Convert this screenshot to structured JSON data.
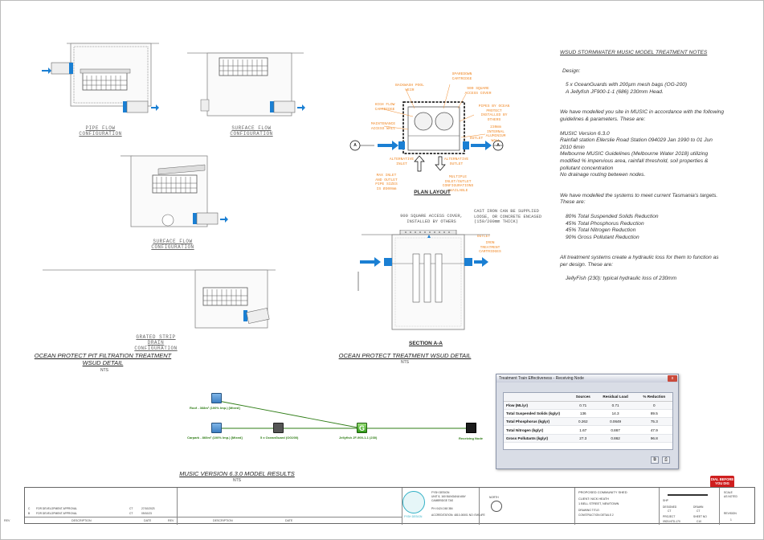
{
  "details": {
    "pipe_flow_caption": "PIPE FLOW CONFIGURATION",
    "surface_flow_caption_1": "SURFACE FLOW CONFIGURATION",
    "surface_flow_caption_2": "SURFACE FLOW CONFIGURATION",
    "grated_strip_caption": "GRATED STRIP DRAIN CONFIGURATION",
    "pit_title": "OCEAN PROTECT PIT FILTRATION TREATMENT WSUD DETAIL",
    "pit_nts": "NTS",
    "wsud_title": "OCEAN PROTECT TREATMENT WSUD DETAIL",
    "wsud_nts": "NTS",
    "plan_layout": "PLAN LAYOUT",
    "section_label": "SECTION A-A",
    "marker_a": "A",
    "plan_annotations": {
      "backwash": "BACKWASH POOL WEIR",
      "high_flow": "HIGH FLOW CARTRIDGE",
      "maintenance": "MAINTENANCE ACCESS WALL",
      "spare": "SPAREDOWN CARTRIDGE",
      "cover": "900 SQUARE ACCESS COVER",
      "pipes": "PIPES BY OCEAN PROTECT INSTALLED BY OTHERS",
      "internal": "230mm INTERNAL ALUMINIUM WALL",
      "outlet": "OUTLET",
      "alt_inlet": "ALTERNATIVE INLET",
      "alt_outlet": "ALTERNATIVE OUTLET",
      "max_inlet": "MAX INLET AND OUTLET PIPE SIZES IS Ø300mm",
      "multiple": "MULTIPLE INLET/OUTLET CONFIGURATIONS AVAILABLE"
    },
    "section_annotations": {
      "cover": "900 SQUARE ACCESS COVER, INSTALLED BY OTHERS",
      "cast_iron": "CAST IRON CAN BE SUPPLIED LOOSE, OR CONCRETE ENCASED (150/200mm THICK)",
      "outlet": "OUTLET",
      "cartridges": "IRON TREATMENT CARTRIDGES"
    }
  },
  "notes": {
    "heading": "WSUD STORMWATER MUSIC MODEL TREATMENT NOTES",
    "design_label": "Design:",
    "design_items": [
      "5 x OceanGuards with 200µm mesh bags (OG-200)",
      "A Jellyfish JF900-1-1 (686) 230mm Head."
    ],
    "modelled_intro": "We have modelled you site in MUSIC in accordance with the following guidelines & parameters. These are:",
    "params": [
      "MUSIC Version 6.3.0",
      "Rainfall station Ellerslie Road Station 094029 Jan 1990 to 01 Jun 2010 6min",
      "Melbourne MUSIC Guidelines (Melbourne Water 2018) utilizing modified % impervious area, rainfall threshold, soil properties & pollutant concentration",
      "No drainage routing between nodes."
    ],
    "targets_intro": "We have modelled the systems to meet current Tasmania's targets. These are:",
    "targets": [
      "80% Total Suspended Solids Reduction",
      "45% Total Phosphorus Reduction",
      "45% Total Nitrogen Reduction",
      "90% Gross Pollutant Reduction"
    ],
    "hydraulic_intro": "All treatment systems create a hydraulic loss for them to function as per design. These are:",
    "hydraulic_item": "JellyFish (230): typical hydraulic loss of 230mm"
  },
  "treatment_window": {
    "title": "Treatment Train Effectiveness - Receiving Node",
    "close": "x",
    "columns": [
      "",
      "Sources",
      "Residual Load",
      "% Reduction"
    ],
    "rows": [
      [
        "Flow (ML/yr)",
        "0.71",
        "0.71",
        "0"
      ],
      [
        "Total Suspended Solids (kg/yr)",
        "136",
        "14.3",
        "89.5"
      ],
      [
        "Total Phosphorus (kg/yr)",
        "0.262",
        "0.0649",
        "75.3"
      ],
      [
        "Total Nitrogen (kg/yr)",
        "1.67",
        "0.867",
        "47.9"
      ],
      [
        "Gross Pollutants (kg/yr)",
        "27.3",
        "0.862",
        "96.8"
      ]
    ]
  },
  "music_model": {
    "title": "MUSIC VERSION 6.3.0 MODEL RESULTS",
    "nts": "NTS",
    "nodes": {
      "roof": "Roof - 368m² (100% Imp.) [Mixed]",
      "carpark": "Carpark - 860m² (100% Imp.) [Mixed]",
      "oceanguard": "5 x OceanGuard (OG200)",
      "jellyfish": "Jellyfish JF-900-1-1 (230)",
      "receiving": "Receiving Node"
    }
  },
  "title_block": {
    "revisions": [
      {
        "rev": "C",
        "desc": "FOR DEVELOPMENT APPROVAL",
        "by": "CT",
        "date": "27/10/2023"
      },
      {
        "rev": "B",
        "desc": "FOR DEVELOPMENT APPROVAL",
        "by": "CT",
        "date": "09/10/23"
      }
    ],
    "headers": [
      "REV",
      "DESCRIPTION",
      "DATE",
      "REV",
      "DESCRIPTION",
      "DATE"
    ],
    "company": "FYSH DESIGN",
    "address_1": "UNIT 8, 160 BUNGANA WAY",
    "address_2": "CAMBRIDGE TAS",
    "phone": "PH: 0424 248 384",
    "accreditation": "ACCREDITATION: 4810-00001 NO: EW14FE",
    "logo_text": "FYSH DESIGN",
    "north_label": "NORTH",
    "project": "PROPOSED COMMUNITY SHED",
    "client": "CLIENT: NICK HEATH",
    "address": "1 BELL STREET, NEWTOWN",
    "drawing_title_label": "DRAWING TITLE:",
    "drawing_title": "CONSTRUCTION DETAILS 2",
    "scale_label": "SCALE",
    "scale_value": "AS NOTED",
    "designed_label": "DESIGNED",
    "designed_by": "CT",
    "drawn_label": "DRAWN",
    "drawn_by": "CT",
    "project_label": "PROJECT",
    "project_no": "0923-NTD-170",
    "sheet_label": "SHEET NO",
    "sheet_no": "C10",
    "revision_label": "REVISION",
    "revision_no": "1",
    "shp_label": "SHP",
    "danger": "DIAL BEFORE YOU DIG"
  }
}
